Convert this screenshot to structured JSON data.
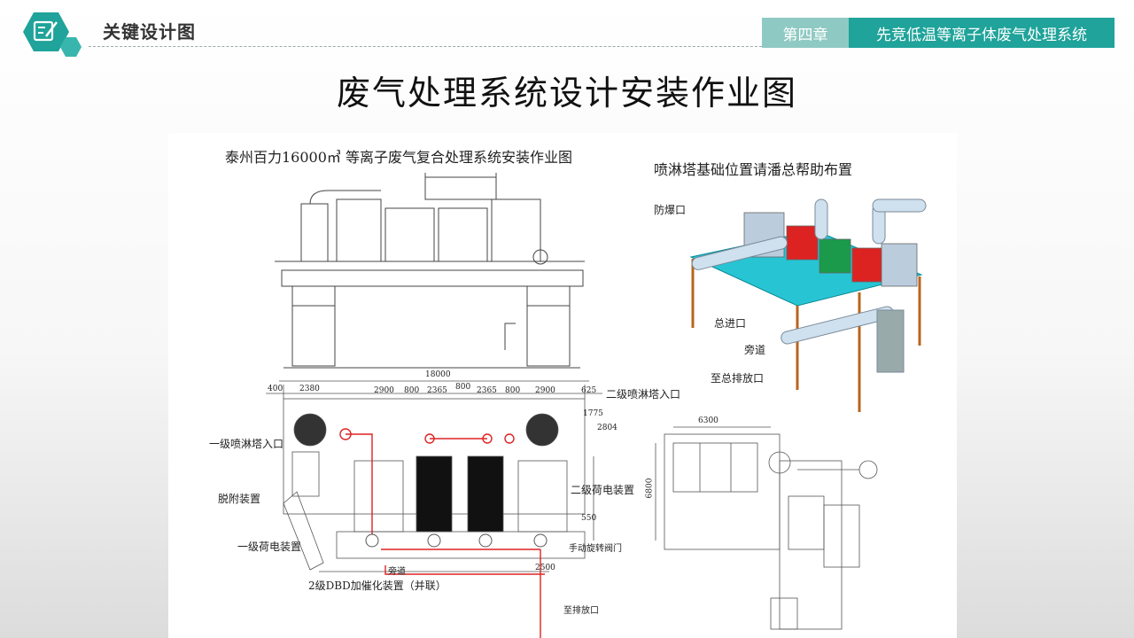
{
  "header": {
    "section_title": "关键设计图",
    "chapter_label": "第四章",
    "chapter_name": "先竞低温等离子体废气处理系统"
  },
  "main_title": "废气处理系统设计安装作业图",
  "drawing": {
    "left_title": "泰州百力16000㎥ 等离子废气复合处理系统安装作业图",
    "right_title": "喷淋塔基础位置请潘总帮助布置",
    "iso_labels": {
      "explosion_vent": "防爆口",
      "main_inlet": "总进口",
      "bypass": "旁道",
      "to_main_exhaust": "至总排放口"
    },
    "plan_labels": {
      "primary_spray_inlet": "一级喷淋塔入口",
      "desorption": "脱附装置",
      "primary_charge": "一级荷电装置",
      "secondary_spray_inlet": "二级喷淋塔入口",
      "secondary_charge": "二级荷电装置",
      "manual_valve": "手动旋转阀门",
      "bypass_small": "旁道",
      "dbd": "2级DBD加催化装置（并联）",
      "to_exhaust": "至排放口"
    },
    "dimensions": {
      "total": "18000",
      "d400": "400",
      "d2380": "2380",
      "d2900a": "2900",
      "d800a": "800",
      "d2365a": "2365",
      "d800b": "800",
      "d2365b": "2365",
      "d800c": "800",
      "d2900b": "2900",
      "d625": "625",
      "d1775": "1775",
      "d2804": "2804",
      "d550": "550",
      "d2500": "2500",
      "d6300": "6300",
      "d6800": "6800"
    }
  }
}
